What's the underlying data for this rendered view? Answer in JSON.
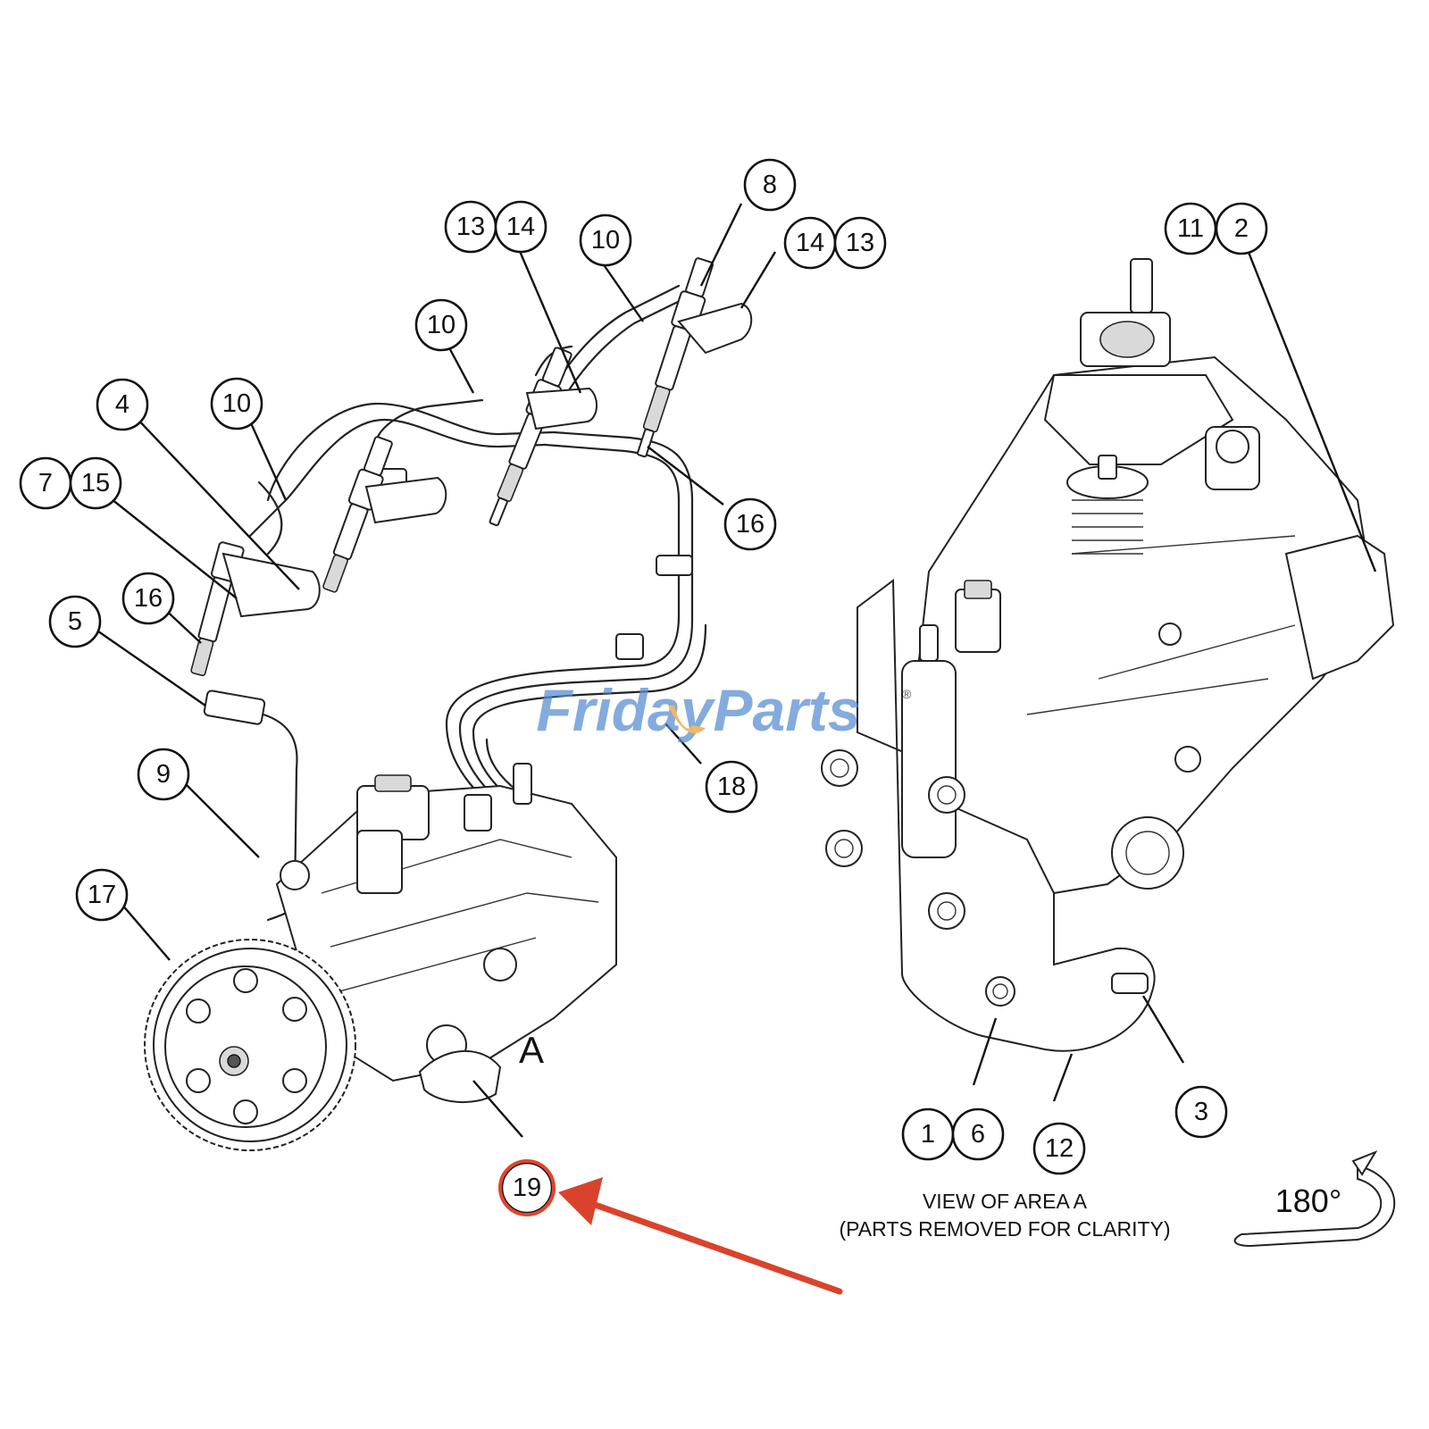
{
  "callouts": [
    {
      "id": "c-13a",
      "label": "13"
    },
    {
      "id": "c-14a",
      "label": "14"
    },
    {
      "id": "c-10a",
      "label": "10"
    },
    {
      "id": "c-8",
      "label": "8"
    },
    {
      "id": "c-14b",
      "label": "14"
    },
    {
      "id": "c-13b",
      "label": "13"
    },
    {
      "id": "c-10b",
      "label": "10"
    },
    {
      "id": "c-4",
      "label": "4"
    },
    {
      "id": "c-10c",
      "label": "10"
    },
    {
      "id": "c-7",
      "label": "7"
    },
    {
      "id": "c-15",
      "label": "15"
    },
    {
      "id": "c-16a",
      "label": "16"
    },
    {
      "id": "c-5",
      "label": "5"
    },
    {
      "id": "c-16b",
      "label": "16"
    },
    {
      "id": "c-9",
      "label": "9"
    },
    {
      "id": "c-18",
      "label": "18"
    },
    {
      "id": "c-17",
      "label": "17"
    },
    {
      "id": "c-19",
      "label": "19"
    },
    {
      "id": "c-11",
      "label": "11"
    },
    {
      "id": "c-2",
      "label": "2"
    },
    {
      "id": "c-1",
      "label": "1"
    },
    {
      "id": "c-6",
      "label": "6"
    },
    {
      "id": "c-12",
      "label": "12"
    },
    {
      "id": "c-3",
      "label": "3"
    }
  ],
  "area_label": "A",
  "view_caption": {
    "line1": "VIEW OF AREA A",
    "line2": "(PARTS REMOVED FOR CLARITY)"
  },
  "rotation_label": "180°",
  "watermark": {
    "part1": "Friday",
    "part2": "Parts",
    "symbol": "®"
  },
  "colors": {
    "highlight": "#e0452f",
    "arrow": "#d9432c",
    "watermark_blue": "#5b8fd4",
    "watermark_orange": "#f0a030",
    "ink": "#111111"
  }
}
